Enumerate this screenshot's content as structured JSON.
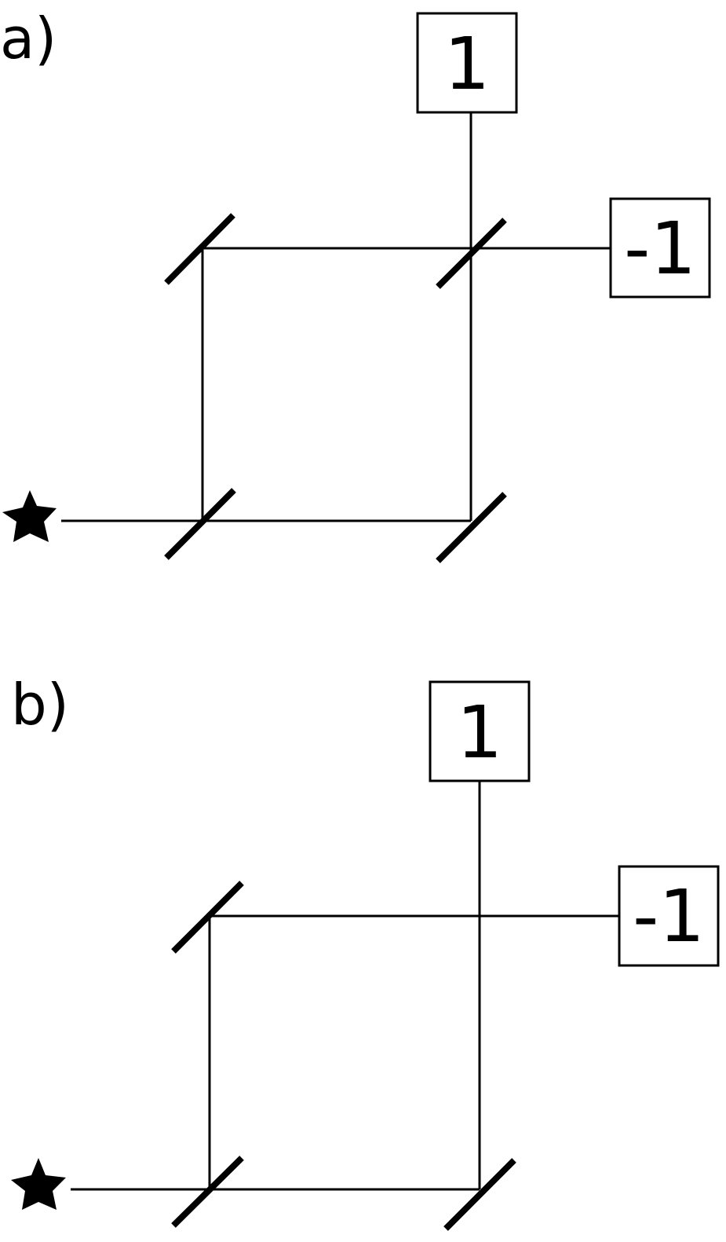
{
  "figure": {
    "panels": [
      {
        "id": "a",
        "label": "a)",
        "detector_top": "1",
        "detector_right": "-1",
        "has_output_beam_splitter": true
      },
      {
        "id": "b",
        "label": "b)",
        "detector_top": "1",
        "detector_right": "-1",
        "has_output_beam_splitter": false
      }
    ]
  }
}
